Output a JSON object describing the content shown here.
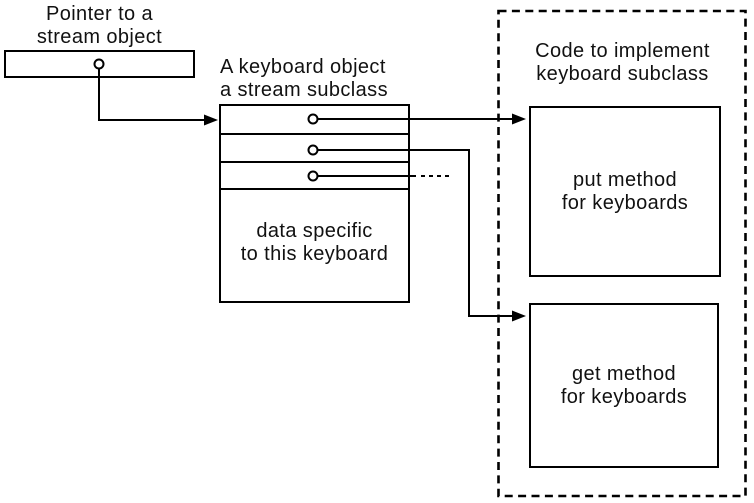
{
  "pointer_box": {
    "label_lines": [
      "Pointer to a",
      "stream object"
    ]
  },
  "keyboard_object": {
    "title_lines": [
      "A keyboard object",
      "a stream subclass"
    ],
    "slot_count": 3,
    "data_lines": [
      "data specific",
      "to this keyboard"
    ]
  },
  "code_region": {
    "title_lines": [
      "Code to implement",
      "keyboard subclass"
    ],
    "put_box_lines": [
      "put method",
      "for keyboards"
    ],
    "get_box_lines": [
      "get method",
      "for keyboards"
    ]
  },
  "icons": {
    "slot_dot": "pointer-origin-dot",
    "arrowhead": "arrowhead-right",
    "truncation": "ellipsis-dashes"
  },
  "colors": {
    "line": "#000000",
    "background": "#ffffff",
    "text": "#111111"
  }
}
